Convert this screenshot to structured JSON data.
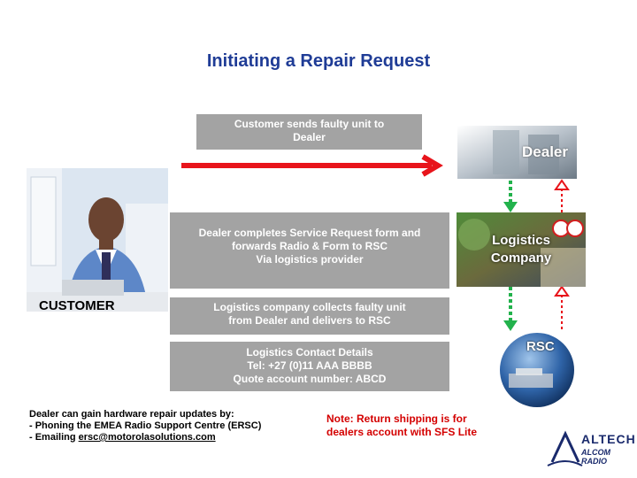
{
  "title": "Initiating a Repair Request",
  "step1": {
    "line1": "Customer sends faulty unit to",
    "line2": "Dealer"
  },
  "step2": {
    "line1": "Dealer  completes Service Request form and",
    "line2": "forwards  Radio & Form to RSC",
    "line3": "Via logistics provider"
  },
  "step3": {
    "line1": "Logistics company collects faulty unit",
    "line2": "from Dealer and delivers to RSC"
  },
  "step4": {
    "line1": "Logistics Contact Details",
    "line2": "Tel: +27 (0)11 AAA BBBB",
    "line3": "Quote account number: ABCD"
  },
  "customer_label": "CUSTOMER",
  "nodes": {
    "dealer": "Dealer",
    "logistics_line1": "Logistics",
    "logistics_line2": "Company",
    "rsc": "RSC"
  },
  "dealer_note": {
    "line1": "Dealer can gain hardware repair updates by:",
    "line2": "- Phoning the EMEA Radio Support Centre (ERSC)",
    "line3_prefix": "- Emailing ",
    "email": "ersc@motorolasolutions.com"
  },
  "return_note": {
    "line1": "Note: Return shipping is for",
    "line2": "dealers account with SFS Lite"
  },
  "logo": {
    "brand": "ALTECH",
    "sub": "ALCOM RADIO"
  },
  "colors": {
    "title": "#1f3c96",
    "box": "#a3a3a3",
    "arrow_red": "#e8141b",
    "arrow_green": "#22b24c",
    "note_red": "#d40000"
  }
}
